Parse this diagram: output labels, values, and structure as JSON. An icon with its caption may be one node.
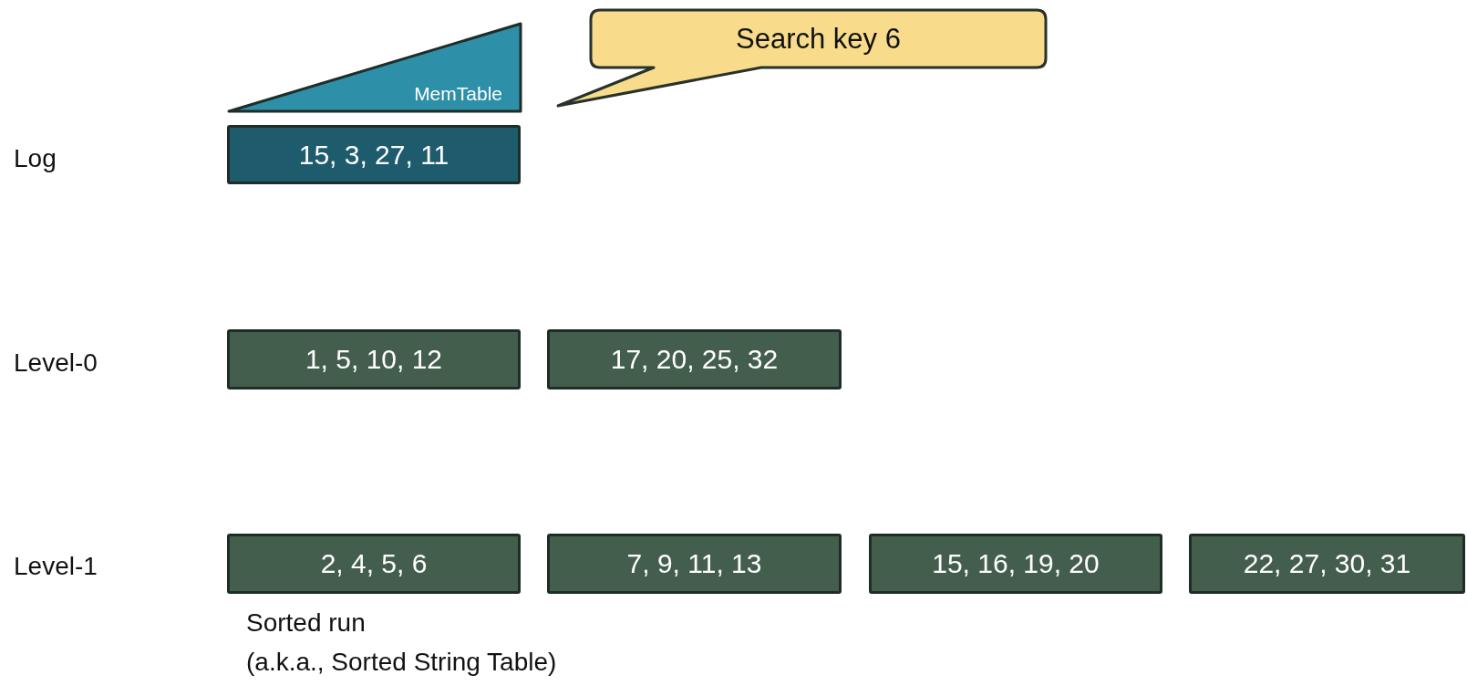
{
  "diagram": {
    "nodes": [
      {
        "text": [
          "MemTable"
        ]
      },
      {
        "text": [
          "15, 3, 27, 11"
        ]
      },
      {
        "text": [
          "Search key 6"
        ]
      },
      {
        "text": [
          "1, 5, 10, 12"
        ]
      },
      {
        "text": [
          "17, 20, 25, 32"
        ]
      },
      {
        "text": [
          "2, 4, 5, 6"
        ]
      },
      {
        "text": [
          "7, 9, 11, 13"
        ]
      },
      {
        "text": [
          "15, 16, 19, 20"
        ]
      },
      {
        "text": [
          "22, 27, 30, 31"
        ]
      }
    ],
    "labels": [
      "Log",
      "Level-0",
      "Level-1",
      "Sorted run",
      "(a.k.a., Sorted String Table)"
    ]
  }
}
